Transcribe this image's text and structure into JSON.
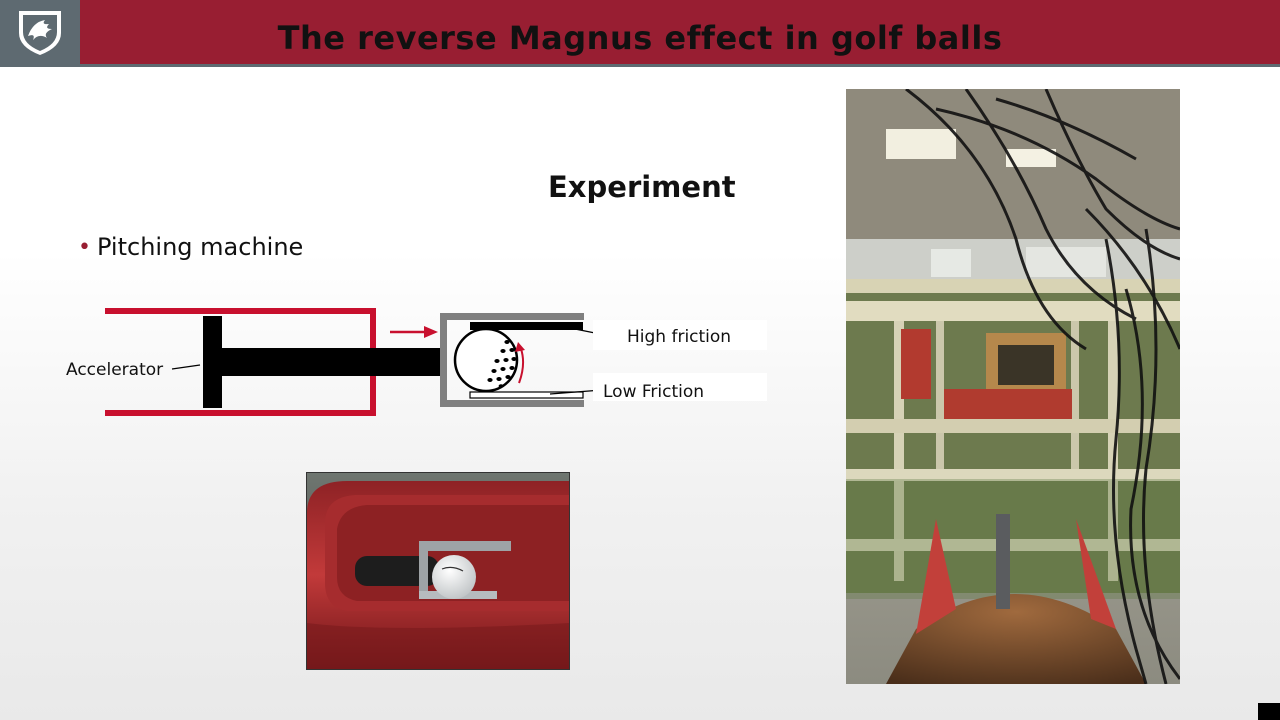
{
  "header": {
    "title": "The reverse Magnus effect in golf balls",
    "logo_icon": "university-shield-logo-icon"
  },
  "section": {
    "heading": "Experiment",
    "bullets": [
      "Pitching machine"
    ]
  },
  "diagram": {
    "labels": {
      "accelerator": "Accelerator",
      "high_friction": "High friction",
      "low_friction": "Low Friction"
    },
    "colors": {
      "frame": "#c8102e",
      "housing": "#808080",
      "arrow": "#c8102e"
    }
  },
  "colors": {
    "header_red": "#981e32",
    "header_gray": "#5e6a71"
  }
}
